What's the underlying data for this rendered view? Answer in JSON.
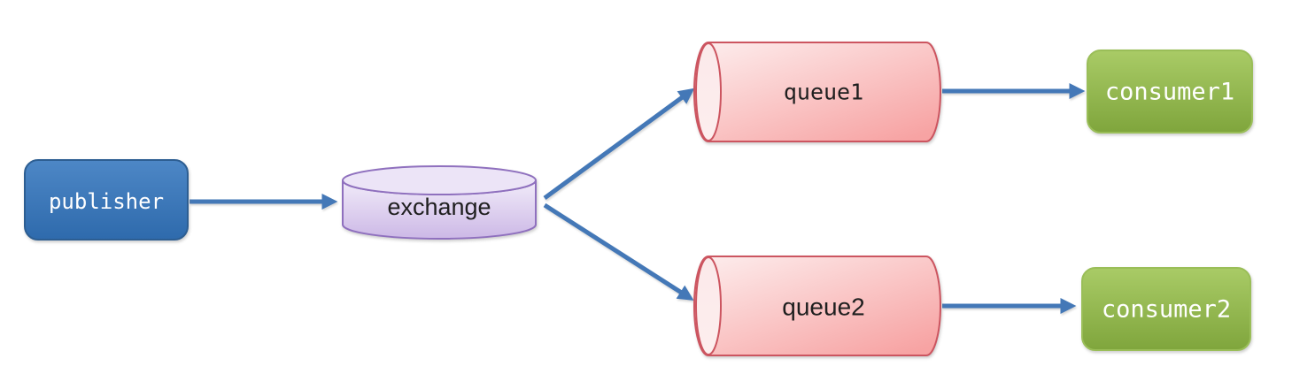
{
  "diagram": {
    "type": "message-broker-topology",
    "nodes": {
      "publisher": {
        "label": "publisher",
        "shape": "rounded-rect",
        "fill_top": "#4d87c6",
        "fill_bottom": "#2e6aac",
        "border": "#2d5e92",
        "text_color": "#ffffff"
      },
      "exchange": {
        "label": "exchange",
        "shape": "cylinder-vertical",
        "fill_top": "#f1ebf9",
        "fill_bottom": "#ccb8e6",
        "cap_fill": "#ece4f7",
        "border": "#8f70be",
        "text_color": "#1f1f1f"
      },
      "queue1": {
        "label": "queue1",
        "shape": "cylinder-horizontal",
        "fill_light": "#fdeeee",
        "fill_dark": "#f7a3a3",
        "cap_fill": "#fbe9ea",
        "border": "#cc5560",
        "text_color": "#1f1f1f"
      },
      "queue2": {
        "label": "queue2",
        "shape": "cylinder-horizontal",
        "fill_light": "#fdeeee",
        "fill_dark": "#f7a3a3",
        "cap_fill": "#fbe9ea",
        "border": "#cc5560",
        "text_color": "#1f1f1f"
      },
      "consumer1": {
        "label": "consumer1",
        "shape": "rounded-rect",
        "fill_top": "#a9cb66",
        "fill_bottom": "#7fa53c",
        "border": "#9abe58",
        "text_color": "#ffffff"
      },
      "consumer2": {
        "label": "consumer2",
        "shape": "rounded-rect",
        "fill_top": "#a9cb66",
        "fill_bottom": "#7fa53c",
        "border": "#9abe58",
        "text_color": "#ffffff"
      }
    },
    "edges": {
      "color": "#4478b7",
      "list": [
        {
          "from": "publisher",
          "to": "exchange"
        },
        {
          "from": "exchange",
          "to": "queue1"
        },
        {
          "from": "exchange",
          "to": "queue2"
        },
        {
          "from": "queue1",
          "to": "consumer1"
        },
        {
          "from": "queue2",
          "to": "consumer2"
        }
      ]
    }
  }
}
